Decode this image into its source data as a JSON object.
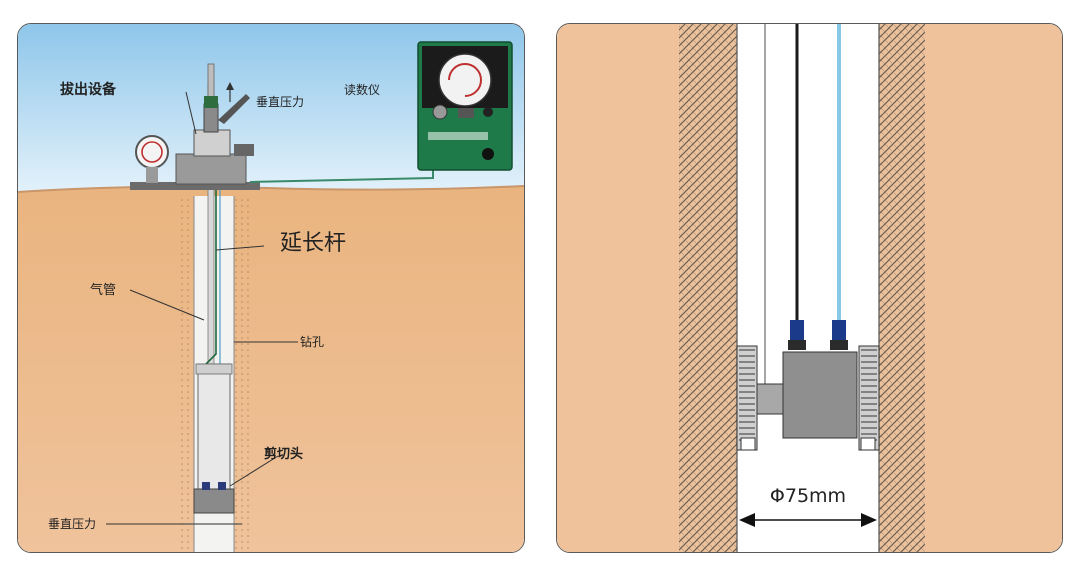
{
  "left_panel": {
    "labels": {
      "pullout_device": "拔出设备",
      "vertical_pressure_top": "垂直压力",
      "readout": "读数仪",
      "extension_rod": "延长杆",
      "air_tube": "气管",
      "borehole": "钻孔",
      "shear_head": "剪切头",
      "vertical_pressure_bottom": "垂直压力"
    }
  },
  "right_panel": {
    "diameter_label": "Φ75mm"
  },
  "colors": {
    "sky_top": "#8ec6ea",
    "sky_bottom": "#e3f1fa",
    "soil": "#ecb888",
    "soil_right": "#efc29b",
    "hatch": "#7a6a5a",
    "readout_panel": "#1f7a4a",
    "tube_blue": "#86c8e6"
  }
}
